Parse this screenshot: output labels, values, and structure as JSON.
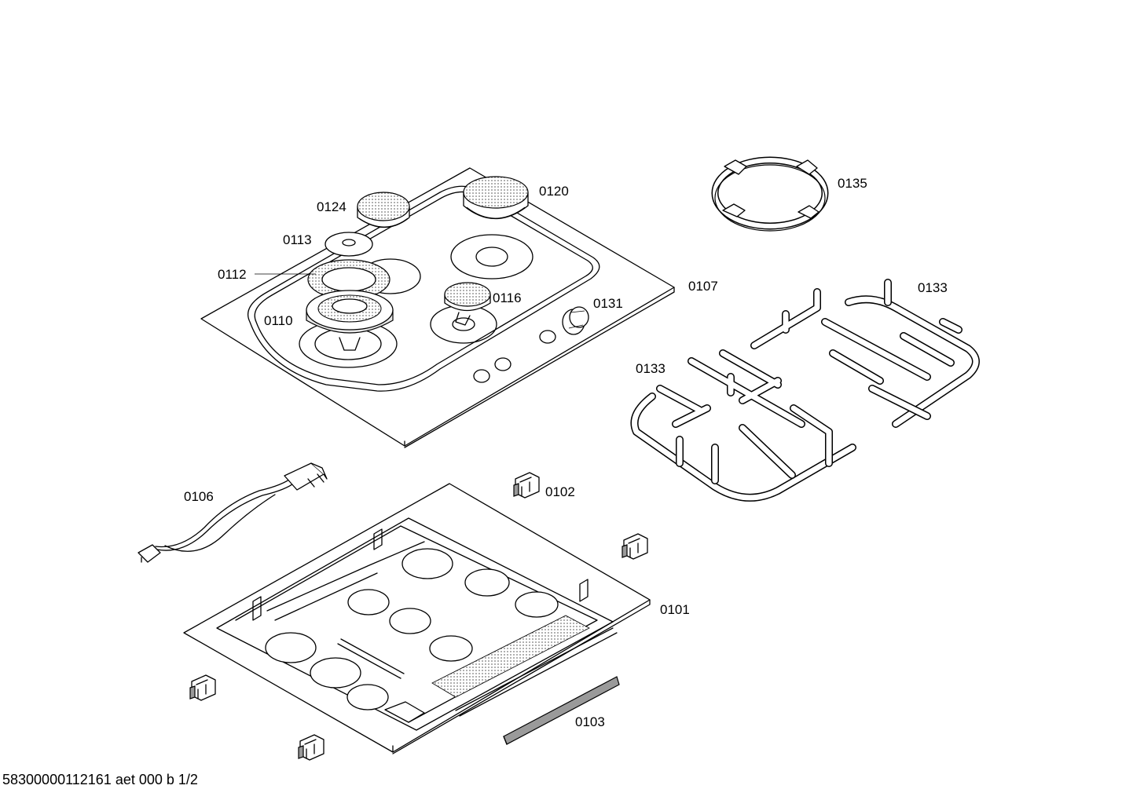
{
  "labels": {
    "p0124": "0124",
    "p0120": "0120",
    "p0135": "0135",
    "p0113": "0113",
    "p0112": "0112",
    "p0107": "0107",
    "p0133_right": "0133",
    "p0116": "0116",
    "p0131": "0131",
    "p0110": "0110",
    "p0133_left": "0133",
    "p0106": "0106",
    "p0102": "0102",
    "p0101": "0101",
    "p0103": "0103"
  },
  "footer": {
    "code": "58300000112161 aet 000 b 1/2"
  },
  "colors": {
    "line": "#000000",
    "background": "#ffffff",
    "dot_fill": "#cccccc"
  }
}
